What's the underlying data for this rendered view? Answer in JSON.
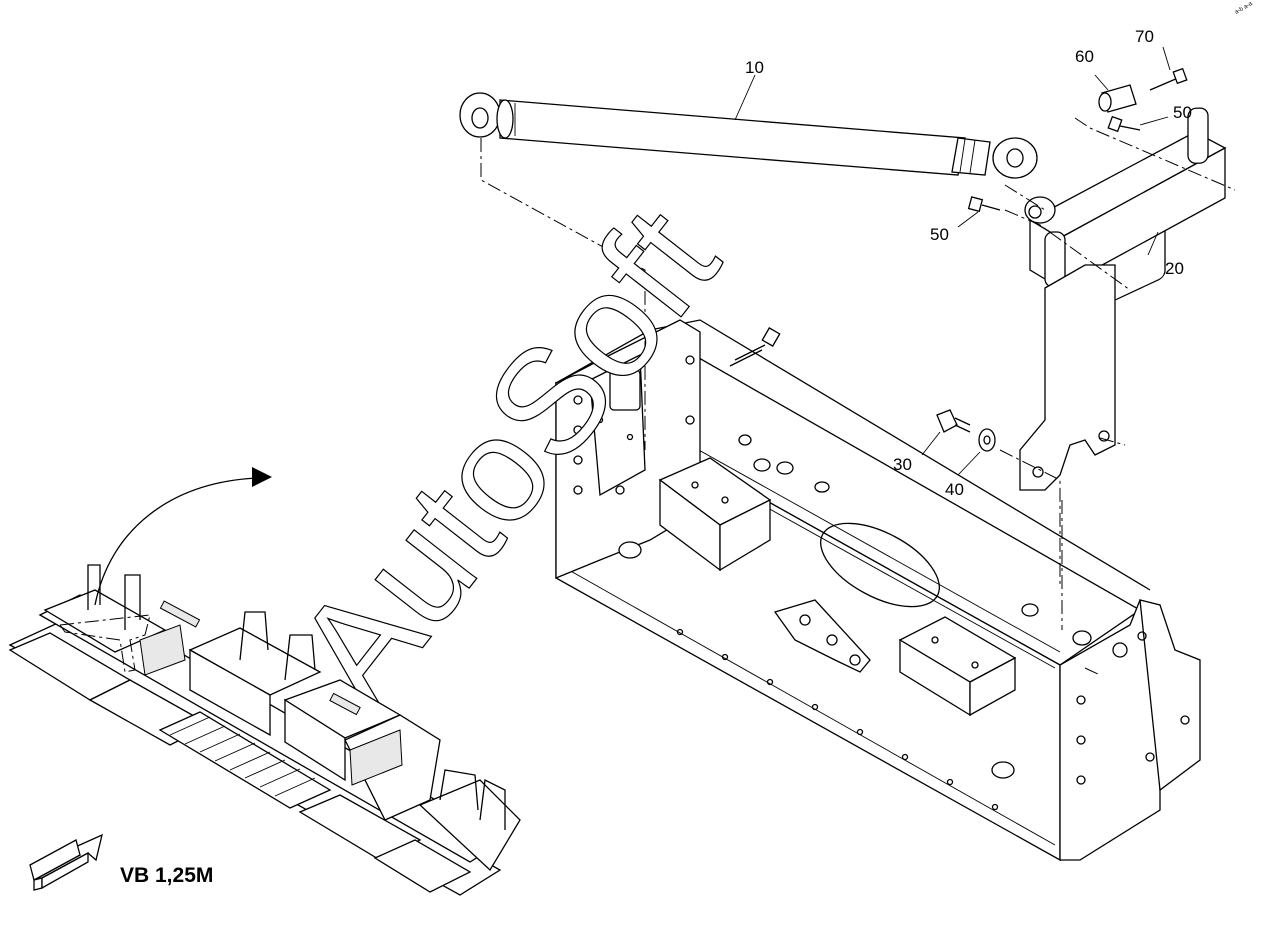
{
  "drawing": {
    "watermark": "AutoSoft",
    "corner_mark": "a-b a-a",
    "variant_caption": "VB 1,25M",
    "callouts": [
      {
        "id": "c10",
        "text": "10"
      },
      {
        "id": "c20",
        "text": "20"
      },
      {
        "id": "c30",
        "text": "30"
      },
      {
        "id": "c40",
        "text": "40"
      },
      {
        "id": "c50a",
        "text": "50"
      },
      {
        "id": "c50b",
        "text": "50"
      },
      {
        "id": "c60",
        "text": "60"
      },
      {
        "id": "c70",
        "text": "70"
      }
    ]
  }
}
